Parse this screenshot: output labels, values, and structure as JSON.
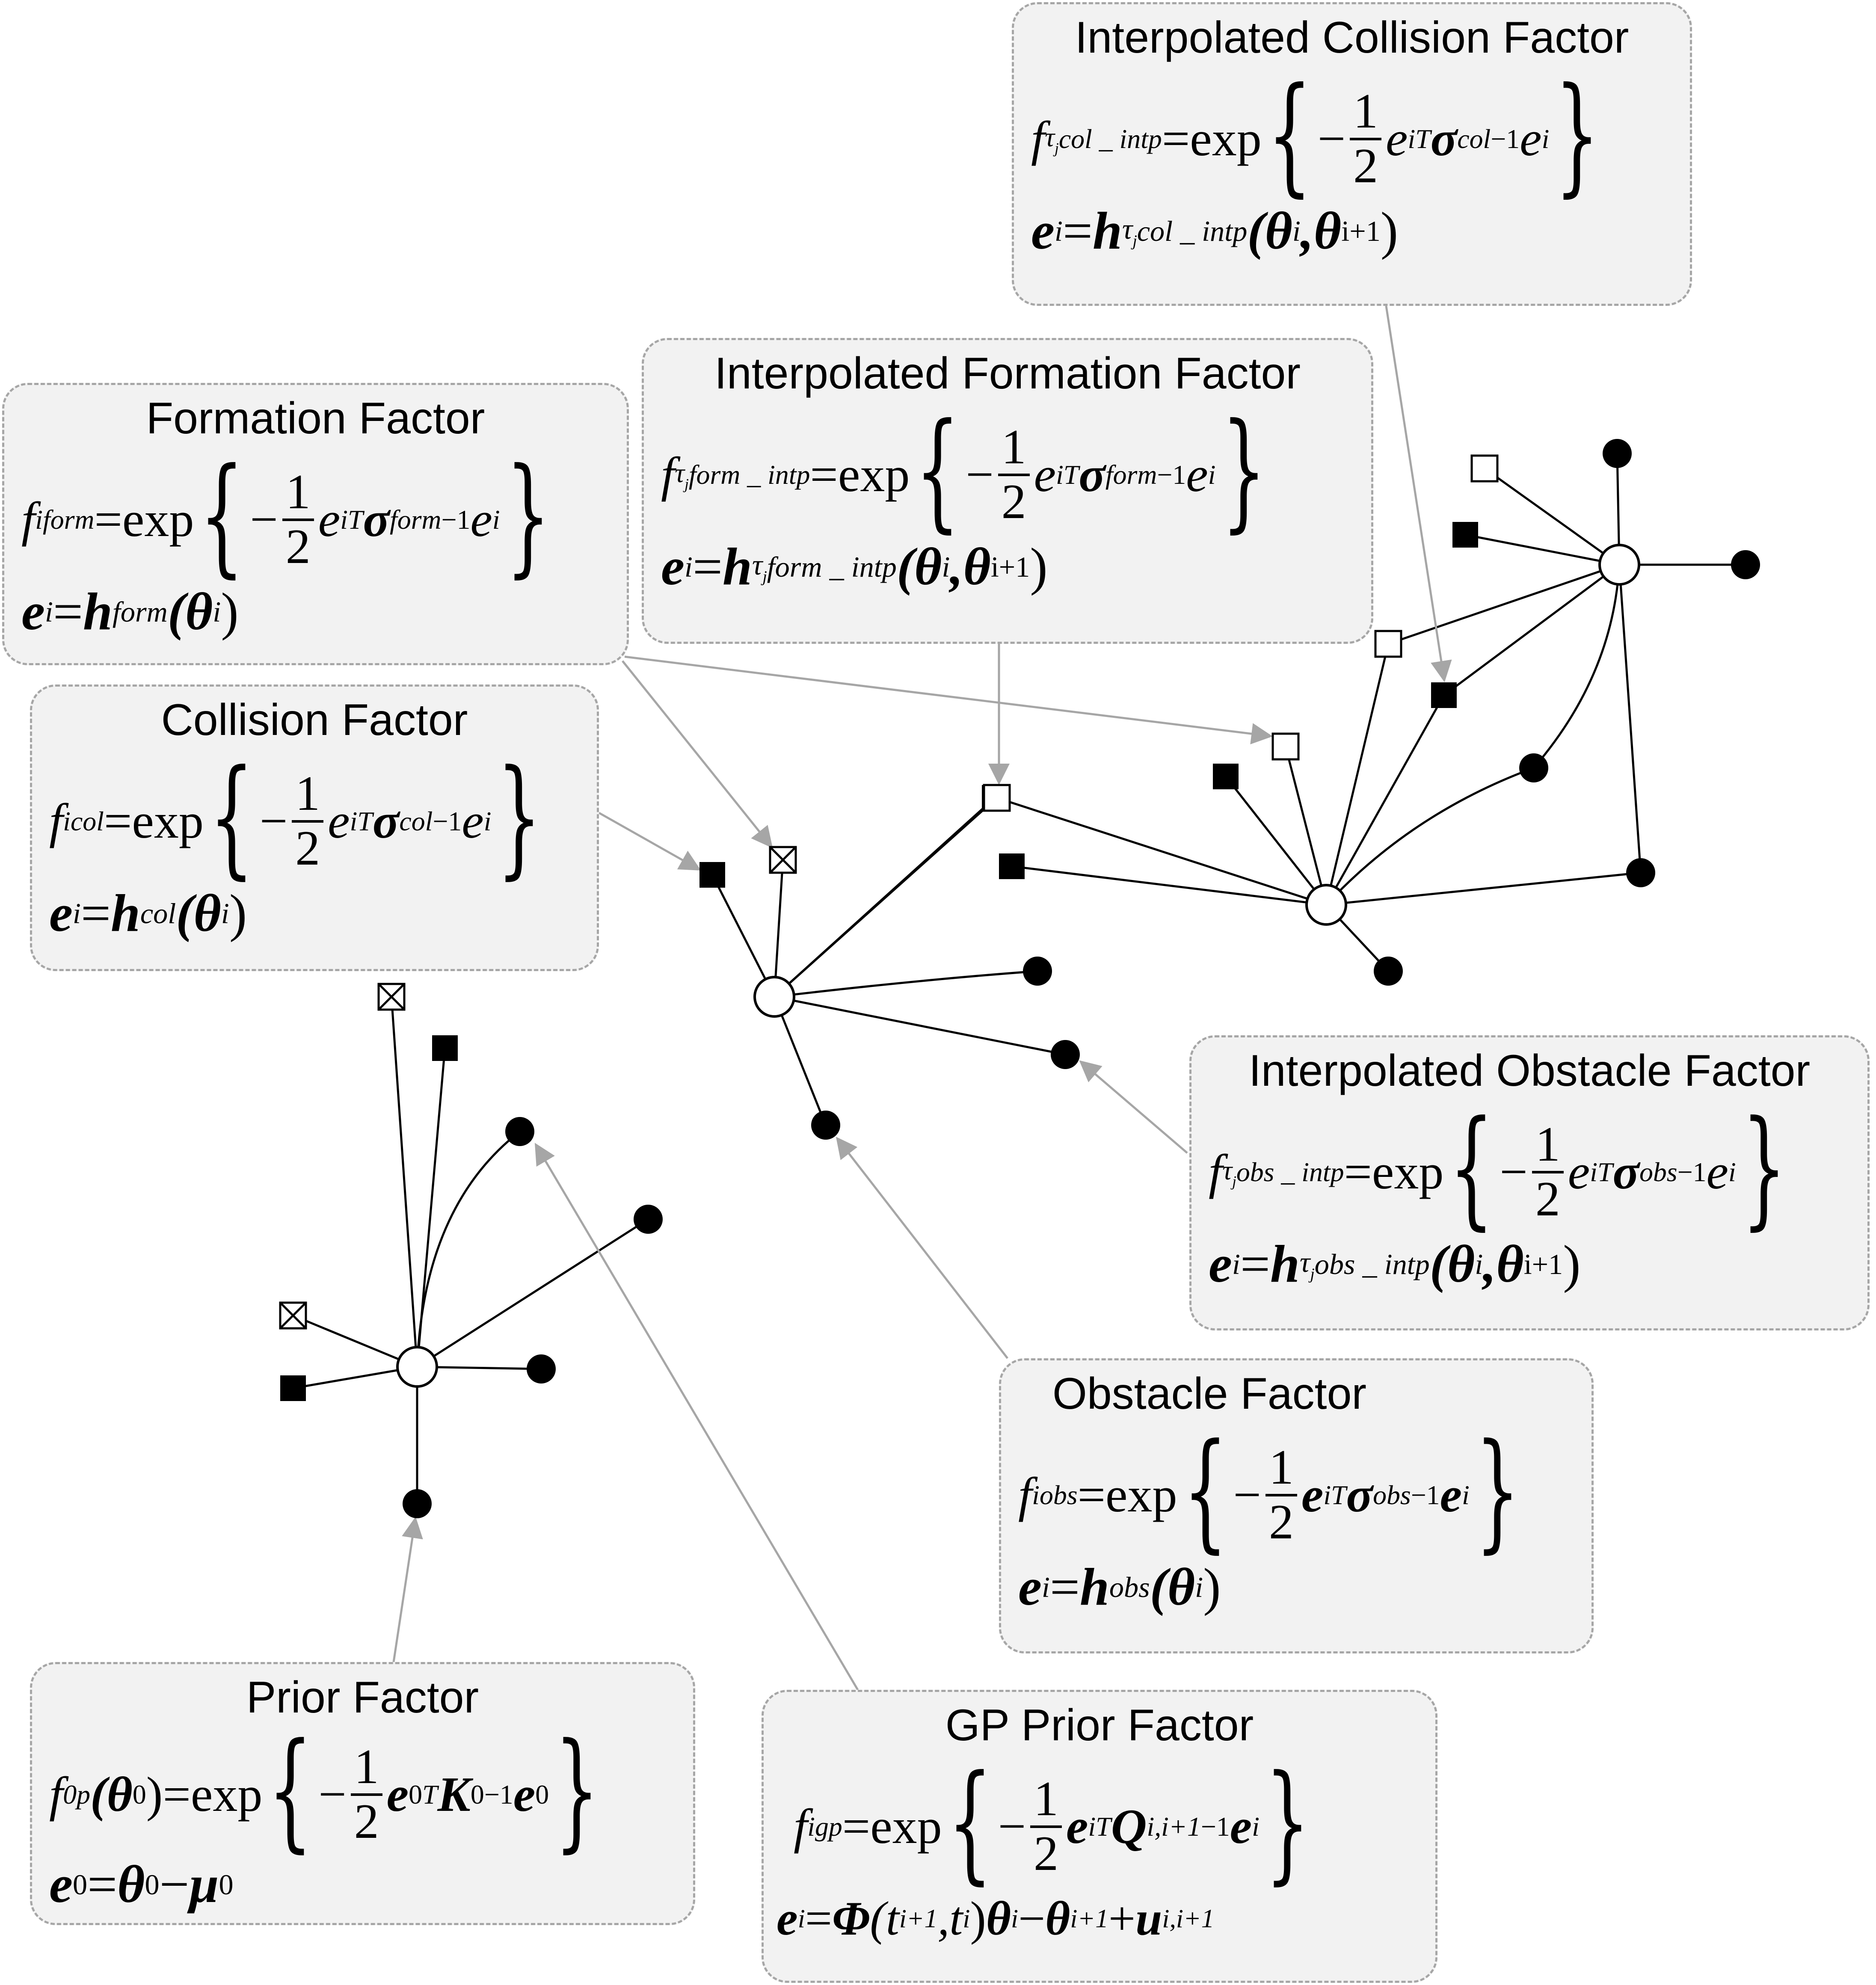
{
  "boxes": {
    "col_intp": {
      "title": "Interpolated Collision Factor",
      "eq1": {
        "f": "f",
        "sub": "τ",
        "subsub": "j",
        "sup": "col _ intp",
        "eq": " = ",
        "exp": "exp",
        "lhs": "−",
        "num": "1",
        "den": "2",
        "e": "e",
        "i": "i",
        "T": "T",
        "sigma": "σ",
        "sigsub": "col",
        "inv": "−1"
      },
      "eq2": {
        "e": "e",
        "i": "i",
        "eq": " = ",
        "h": "h",
        "hsub": "τ",
        "hsubsub": "j",
        "hsup": "col _ intp",
        "args": "(θ",
        "a1": "i",
        "comma": ",θ",
        "a2": "i+1",
        "close": ")"
      }
    },
    "form": {
      "title": "Formation Factor",
      "eq1": {
        "f": "f",
        "sub": "i",
        "sup": "form",
        "eq": " = ",
        "exp": "exp",
        "lhs": "−",
        "num": "1",
        "den": "2",
        "e": "e",
        "i": "i",
        "T": "T",
        "sigma": "σ",
        "sigsub": "form",
        "inv": "−1"
      },
      "eq2": {
        "e": "e",
        "i": "i",
        "eq": " = ",
        "h": "h",
        "hsub": "form",
        "args": "(θ",
        "a1": "i",
        "close": ")"
      }
    },
    "form_intp": {
      "title": "Interpolated Formation Factor",
      "eq1": {
        "f": "f",
        "sub": "τ",
        "subsub": "j",
        "sup": "form _ intp",
        "eq": " = ",
        "exp": "exp",
        "lhs": "−",
        "num": "1",
        "den": "2",
        "e": "e",
        "i": "i",
        "T": "T",
        "sigma": "σ",
        "sigsub": "form",
        "inv": "−1"
      },
      "eq2": {
        "e": "e",
        "i": "i",
        "eq": " = ",
        "h": "h",
        "hsub": "τ",
        "hsubsub": "j",
        "hsup": "form _ intp",
        "args": "(θ",
        "a1": "i",
        "comma": ",θ",
        "a2": "i+1",
        "close": ")"
      }
    },
    "col": {
      "title": "Collision Factor",
      "eq1": {
        "f": "f",
        "sub": "i",
        "sup": "col",
        "eq": " = ",
        "exp": "exp",
        "lhs": "−",
        "num": "1",
        "den": "2",
        "e": "e",
        "i": "i",
        "T": "T",
        "sigma": "σ",
        "sigsub": "col",
        "inv": "−1"
      },
      "eq2": {
        "e": "e",
        "i": "i",
        "eq": " = ",
        "h": "h",
        "hsub": "col",
        "args": "(θ",
        "a1": "i",
        "close": ")"
      }
    },
    "obs_intp": {
      "title": "Interpolated Obstacle Factor",
      "eq1": {
        "f": "f",
        "sub": "τ",
        "subsub": "j",
        "sup": "obs _ intp",
        "eq": " = ",
        "exp": "exp",
        "lhs": "−",
        "num": "1",
        "den": "2",
        "e": "e",
        "i": "i",
        "T": "T",
        "sigma": "σ",
        "sigsub": "obs",
        "inv": "−1"
      },
      "eq2": {
        "e": "e",
        "i": "i",
        "eq": " = ",
        "h": "h",
        "hsub": "τ",
        "hsubsub": "j",
        "hsup": "obs _ intp",
        "args": "(θ",
        "a1": "i",
        "comma": ",θ",
        "a2": "i+1",
        "close": ")"
      }
    },
    "obs": {
      "title": "Obstacle Factor",
      "eq1": {
        "f": "f",
        "sub": "i",
        "sup": "obs",
        "eq": " = ",
        "exp": "exp",
        "lhs": "−",
        "num": "1",
        "den": "2",
        "e": "e",
        "i": "i",
        "T": "T",
        "sigma": "σ",
        "sigsub": "obs",
        "inv": "−1"
      },
      "eq2": {
        "e": "e",
        "i": "i",
        "eq": " = ",
        "h": "h",
        "hsub": "obs",
        "args": "(θ",
        "a1": "i",
        "close": ")"
      }
    },
    "prior": {
      "title": "Prior Factor",
      "eq1": {
        "f": "f",
        "sub": "0",
        "sup": "p",
        "arg": "(θ",
        "argsub": "0",
        "argclose": ")",
        "eq": " = ",
        "exp": "exp",
        "lhs": "−",
        "num": "1",
        "den": "2",
        "e": "e",
        "i": "0",
        "T": "T",
        "K": "K",
        "Ksub": "0",
        "inv": "−1"
      },
      "eq2": {
        "e": "e",
        "i": "0",
        "eq": " = ",
        "theta": "θ",
        "tsub": "0",
        "minus": " − ",
        "mu": "μ",
        "musub": "0"
      }
    },
    "gp": {
      "title": "GP Prior Factor",
      "eq1": {
        "f": "f",
        "sub": "i",
        "sup": "gp",
        "eq": " = ",
        "exp": "exp",
        "lhs": "−",
        "num": "1",
        "den": "2",
        "e": "e",
        "i": "i",
        "T": "T",
        "Q": "Q",
        "Qsub": "i,i+1",
        "inv": "−1"
      },
      "eq2": {
        "e": "e",
        "i": "i",
        "eq": " = ",
        "phi": "Φ",
        "open": "(t",
        "t1": "i+1",
        "comma": ",t",
        "t2": "i",
        "close": ")",
        "theta": "θ",
        "th1": "i",
        "minus": " − ",
        "theta2": "θ",
        "th2": "i+1",
        "plus": " + ",
        "u": "u",
        "usub": "i,i+1"
      }
    }
  },
  "colors": {
    "box_fill": "#f2f2f2",
    "box_border": "#a6a6a6",
    "arrow": "#a6a6a6",
    "edge": "#000000"
  }
}
